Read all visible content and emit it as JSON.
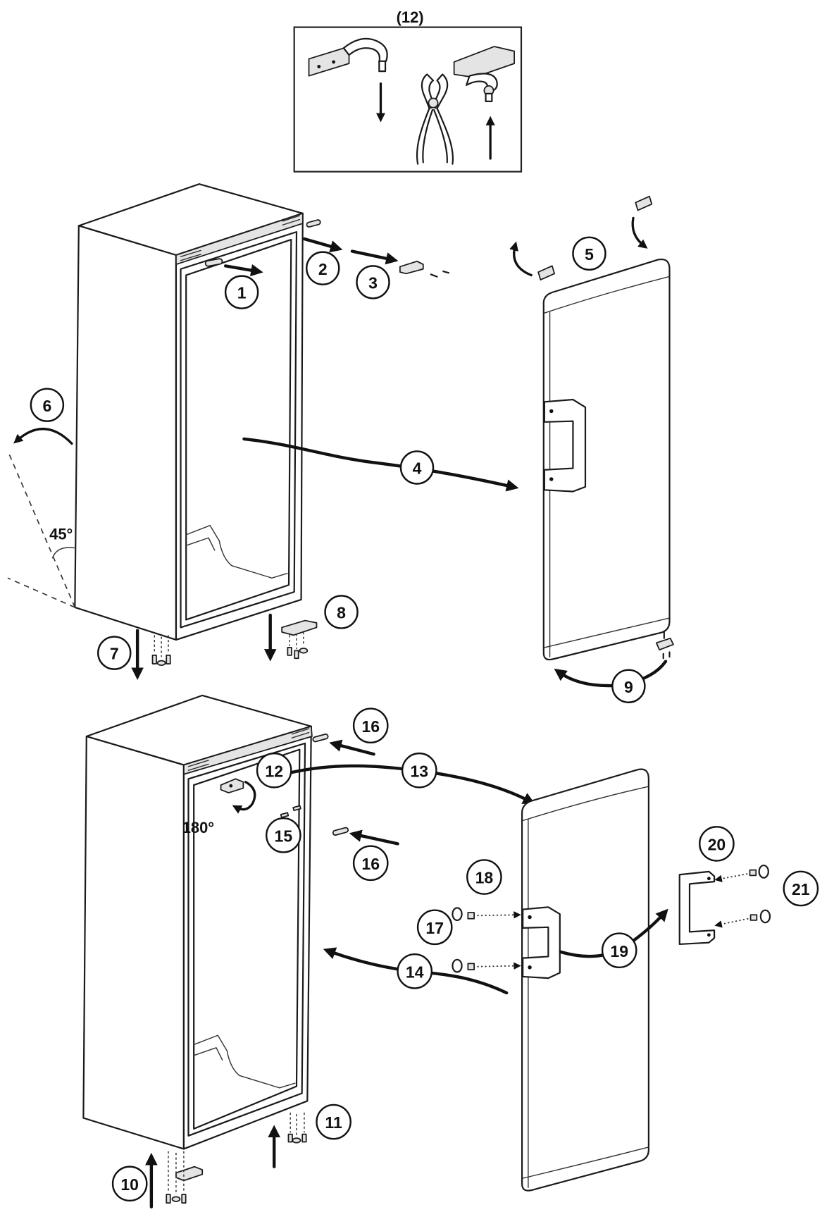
{
  "inset": {
    "label": "(12)"
  },
  "callouts": [
    "1",
    "2",
    "3",
    "4",
    "5",
    "6",
    "7",
    "8",
    "9",
    "10",
    "11",
    "12",
    "13",
    "14",
    "15",
    "16",
    "16",
    "17",
    "18",
    "19",
    "20",
    "21"
  ],
  "angles": {
    "tilt": "45°",
    "rotation": "180°"
  },
  "colors": {
    "line": "#1a1a1a",
    "part_fill": "#e4e4e4",
    "background": "#ffffff"
  }
}
